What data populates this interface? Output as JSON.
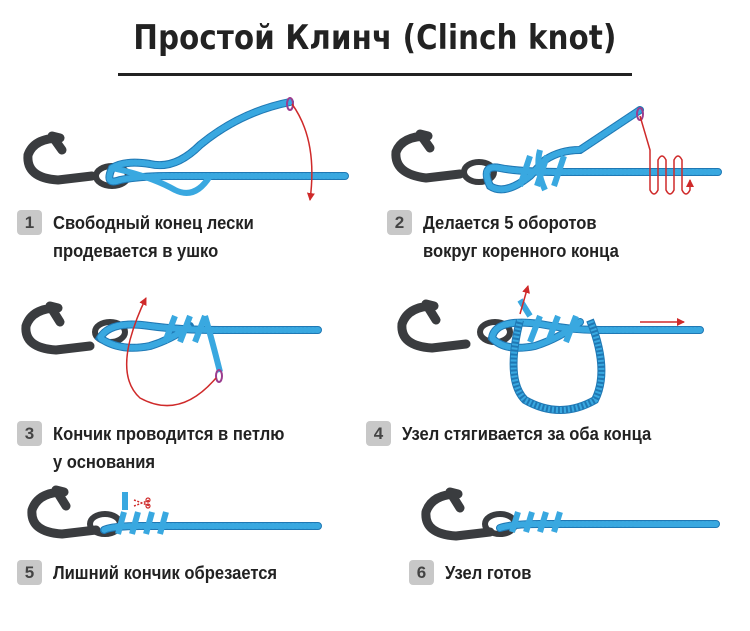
{
  "title": "Простой Клинч (Clinch knot)",
  "colors": {
    "line": "#39a8e0",
    "line_dark": "#1f78b4",
    "hook": "#3a3c3f",
    "arrow": "#cf2a2a",
    "badge": "#c8c8c8"
  },
  "steps": [
    {
      "num": "1",
      "text": "Свободный конец лески\nпродевается в ушко"
    },
    {
      "num": "2",
      "text": "Делается 5 оборотов\nвокруг коренного конца"
    },
    {
      "num": "3",
      "text": "Кончик проводится в петлю\nу основания"
    },
    {
      "num": "4",
      "text": "Узел стягивается за оба конца"
    },
    {
      "num": "5",
      "text": "Лишний кончик обрезается"
    },
    {
      "num": "6",
      "text": "Узел готов"
    }
  ]
}
